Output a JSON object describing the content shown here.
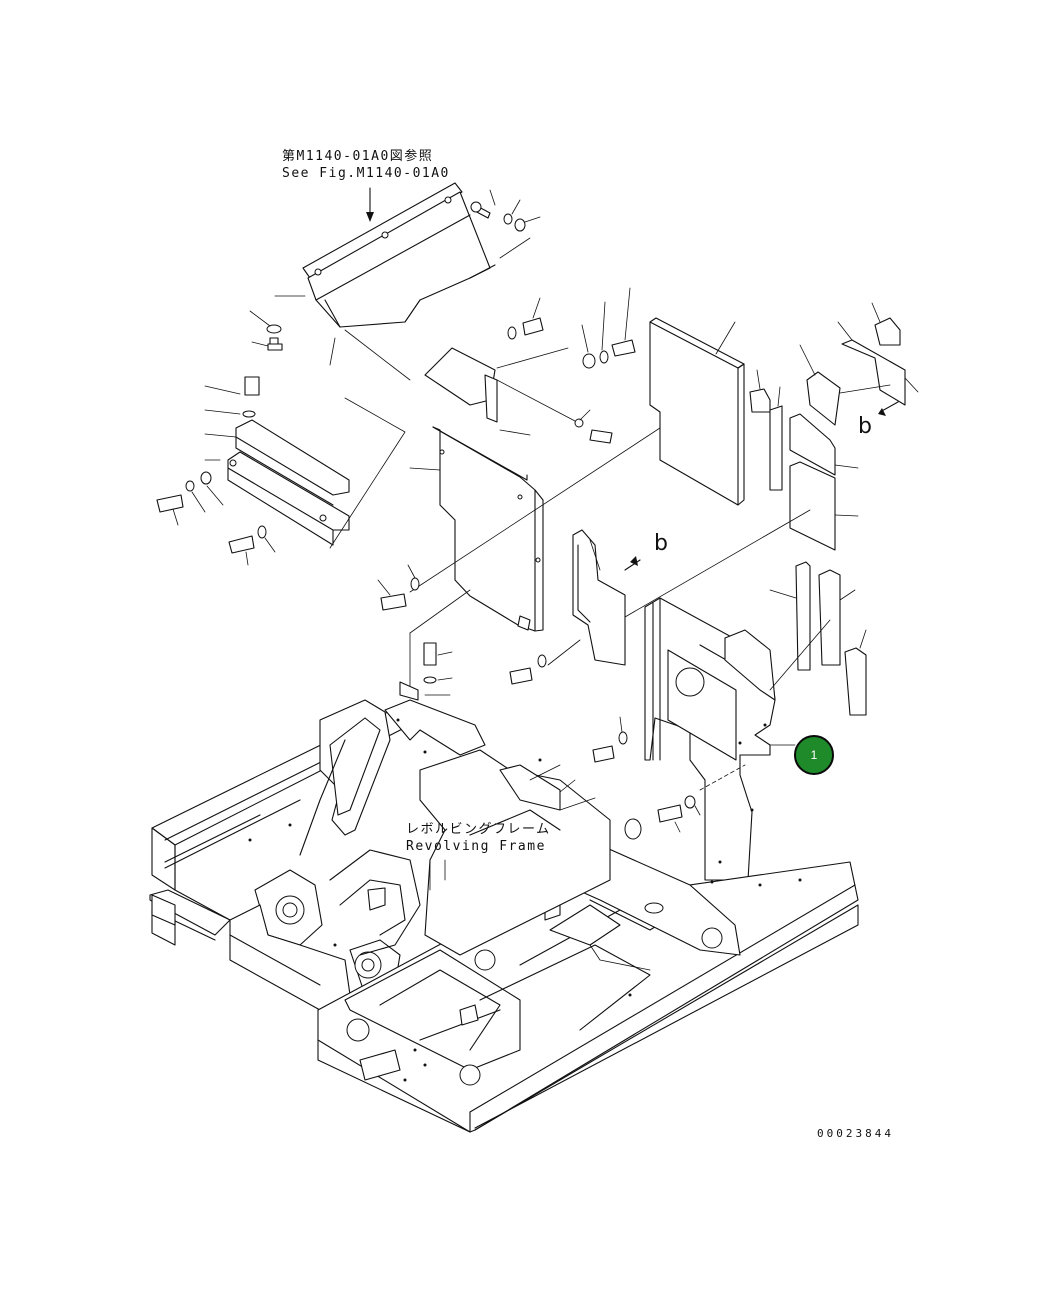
{
  "reference_note": {
    "line_jp": "第M1140-01A0図参照",
    "line_en": "See Fig.M1140-01A0"
  },
  "frame_label": {
    "line_jp": "レボルビングフレーム",
    "line_en": "Revolving Frame"
  },
  "view_markers": {
    "upper": "b",
    "lower": "b"
  },
  "callouts": [
    {
      "number": "1",
      "color": "#1f8a2a"
    }
  ],
  "drawing_number": "00023844"
}
